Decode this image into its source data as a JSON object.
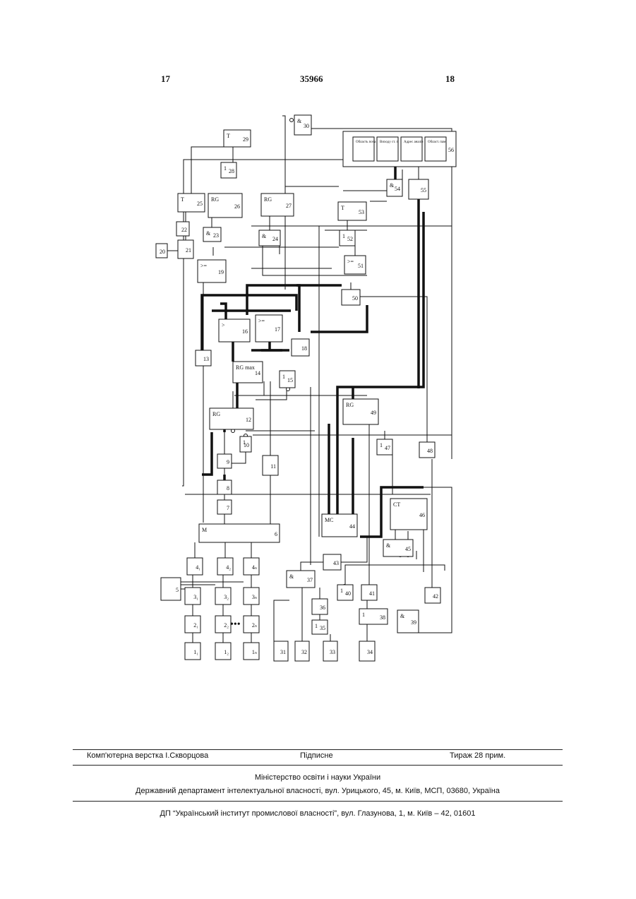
{
  "header": {
    "left_page": "17",
    "patent_number": "35966",
    "right_page": "18"
  },
  "diagram": {
    "memory_block_labels": [
      "Область початк. СЖ",
      "Виходу ст. поточн. у списку",
      "Адрес аналізов. поточн. ланки",
      "Област. пам'яті блок. СЖ"
    ],
    "blocks": [
      {
        "id": "1₁",
        "name": ""
      },
      {
        "id": "1₂",
        "name": ""
      },
      {
        "id": "1ₙ",
        "name": ""
      },
      {
        "id": "2₁",
        "name": ""
      },
      {
        "id": "2₂",
        "name": ""
      },
      {
        "id": "2ₙ",
        "name": ""
      },
      {
        "id": "3₁",
        "name": ""
      },
      {
        "id": "3₂",
        "name": ""
      },
      {
        "id": "3ₙ",
        "name": ""
      },
      {
        "id": "4₁",
        "name": ""
      },
      {
        "id": "4₂",
        "name": ""
      },
      {
        "id": "4ₙ",
        "name": ""
      },
      {
        "id": "5",
        "name": ""
      },
      {
        "id": "6",
        "name": "M"
      },
      {
        "id": "7",
        "name": ""
      },
      {
        "id": "8",
        "name": ""
      },
      {
        "id": "9",
        "name": ""
      },
      {
        "id": "10",
        "name": "1"
      },
      {
        "id": "11",
        "name": ""
      },
      {
        "id": "12",
        "name": "RG"
      },
      {
        "id": "13",
        "name": ""
      },
      {
        "id": "14",
        "name": "RG max"
      },
      {
        "id": "15",
        "name": "1"
      },
      {
        "id": "16",
        "name": ">"
      },
      {
        "id": "17",
        "name": ">="
      },
      {
        "id": "18",
        "name": ""
      },
      {
        "id": "19",
        "name": ">="
      },
      {
        "id": "20",
        "name": ""
      },
      {
        "id": "21",
        "name": ""
      },
      {
        "id": "22",
        "name": ""
      },
      {
        "id": "23",
        "name": "&"
      },
      {
        "id": "24",
        "name": "&"
      },
      {
        "id": "25",
        "name": "T"
      },
      {
        "id": "26",
        "name": "RG"
      },
      {
        "id": "27",
        "name": "RG"
      },
      {
        "id": "28",
        "name": "1"
      },
      {
        "id": "29",
        "name": "T"
      },
      {
        "id": "30",
        "name": "&"
      },
      {
        "id": "31",
        "name": ""
      },
      {
        "id": "32",
        "name": ""
      },
      {
        "id": "33",
        "name": ""
      },
      {
        "id": "34",
        "name": ""
      },
      {
        "id": "35",
        "name": "1"
      },
      {
        "id": "36",
        "name": ""
      },
      {
        "id": "37",
        "name": "&"
      },
      {
        "id": "38",
        "name": "1"
      },
      {
        "id": "39",
        "name": "&"
      },
      {
        "id": "40",
        "name": "1"
      },
      {
        "id": "41",
        "name": ""
      },
      {
        "id": "42",
        "name": ""
      },
      {
        "id": "43",
        "name": ""
      },
      {
        "id": "44",
        "name": "MC"
      },
      {
        "id": "45",
        "name": "&"
      },
      {
        "id": "46",
        "name": "CT"
      },
      {
        "id": "47",
        "name": "1"
      },
      {
        "id": "48",
        "name": ""
      },
      {
        "id": "49",
        "name": "RG"
      },
      {
        "id": "50",
        "name": ""
      },
      {
        "id": "51",
        "name": ">="
      },
      {
        "id": "52",
        "name": "1"
      },
      {
        "id": "53",
        "name": "T"
      },
      {
        "id": "54",
        "name": "&"
      },
      {
        "id": "55",
        "name": ""
      },
      {
        "id": "56",
        "name": ""
      }
    ],
    "ellipsis": "•••"
  },
  "footer": {
    "layout_credit": "Комп'ютерна верстка І.Скворцова",
    "signed": "Підписне",
    "circulation": "Тираж 28 прим.",
    "ministry": "Міністерство освіти і науки України",
    "department": "Державний департамент інтелектуальної власності, вул. Урицького, 45, м. Київ, МСП, 03680, Україна",
    "institute": "ДП “Український інститут промислової власності”, вул. Глазунова, 1, м. Київ – 42, 01601"
  }
}
